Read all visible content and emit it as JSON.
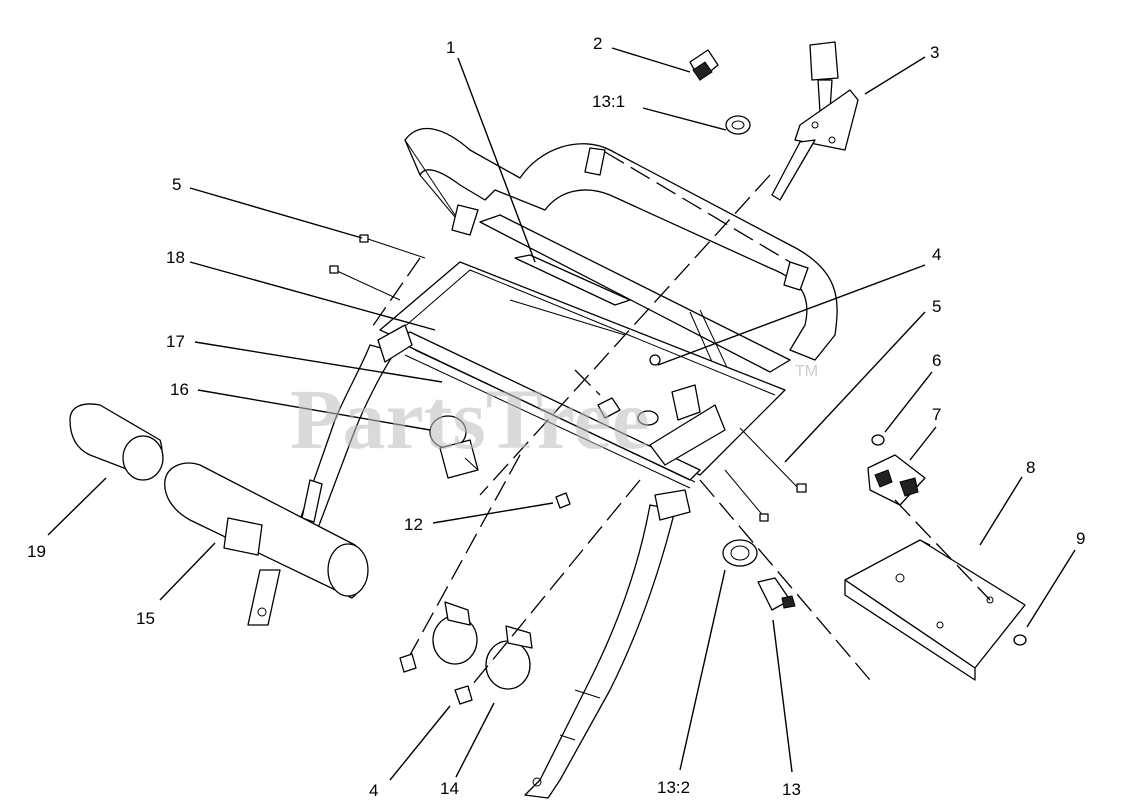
{
  "watermark": {
    "brand": "PartsTree",
    "mark": "TM"
  },
  "callouts": [
    {
      "id": "c1",
      "text": "1"
    },
    {
      "id": "c2",
      "text": "2"
    },
    {
      "id": "c3",
      "text": "3"
    },
    {
      "id": "c131",
      "text": "13:1"
    },
    {
      "id": "c5a",
      "text": "5"
    },
    {
      "id": "c18",
      "text": "18"
    },
    {
      "id": "c4a",
      "text": "4"
    },
    {
      "id": "c5b",
      "text": "5"
    },
    {
      "id": "c17",
      "text": "17"
    },
    {
      "id": "c6",
      "text": "6"
    },
    {
      "id": "c16",
      "text": "16"
    },
    {
      "id": "c7",
      "text": "7"
    },
    {
      "id": "c8",
      "text": "8"
    },
    {
      "id": "c12",
      "text": "12"
    },
    {
      "id": "c9",
      "text": "9"
    },
    {
      "id": "c19",
      "text": "19"
    },
    {
      "id": "c15",
      "text": "15"
    },
    {
      "id": "c4b",
      "text": "4"
    },
    {
      "id": "c14",
      "text": "14"
    },
    {
      "id": "c132",
      "text": "13:2"
    },
    {
      "id": "c13",
      "text": "13"
    }
  ]
}
